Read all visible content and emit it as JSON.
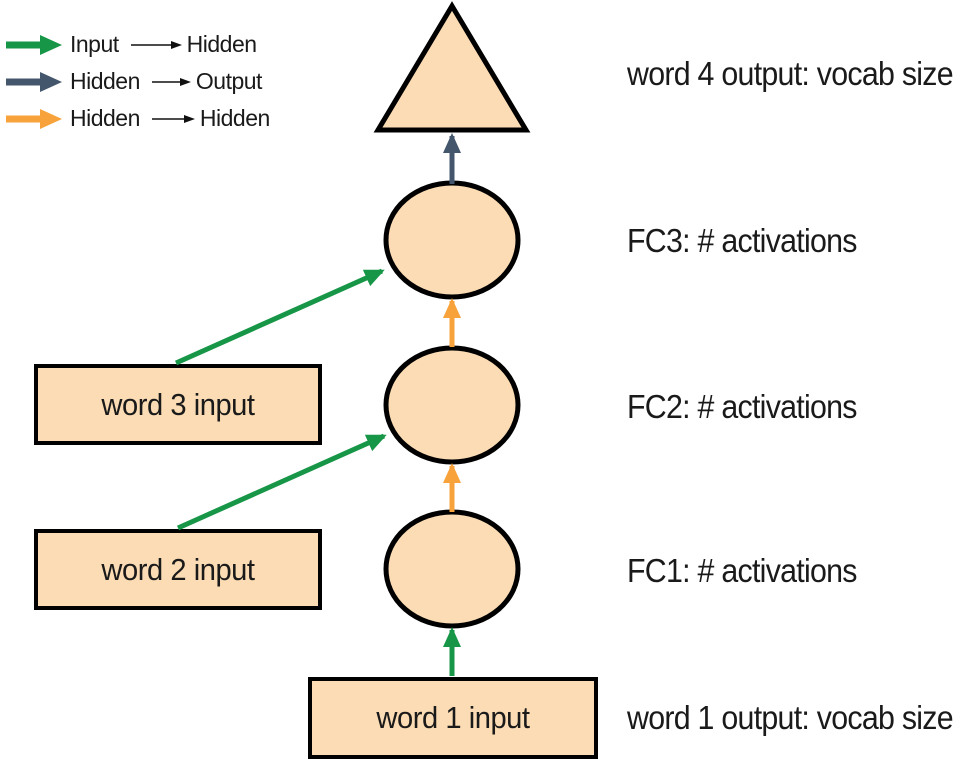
{
  "colors": {
    "background": "#ffffff",
    "shape_fill": "#FBDCB4",
    "shape_outline": "#000000",
    "input_hidden_arrow": "#179648",
    "hidden_output_arrow": "#44566B",
    "hidden_hidden_arrow": "#F7A23A",
    "text": "#1a1a1a"
  },
  "legend": {
    "items": [
      {
        "relation": "input-to-hidden",
        "from": "Input",
        "to": "Hidden"
      },
      {
        "relation": "hidden-to-output",
        "from": "Hidden",
        "to": "Output"
      },
      {
        "relation": "hidden-to-hidden",
        "from": "Hidden",
        "to": "Hidden"
      }
    ]
  },
  "boxes": [
    {
      "label": "word 3 input"
    },
    {
      "label": "word 2 input"
    },
    {
      "label": "word 1 input"
    }
  ],
  "annotations": [
    {
      "text": "word 4 output: vocab size"
    },
    {
      "text": "FC3: # activations"
    },
    {
      "text": "FC2: # activations"
    },
    {
      "text": "FC1: # activations"
    },
    {
      "text": "word 1 output: vocab size"
    }
  ]
}
